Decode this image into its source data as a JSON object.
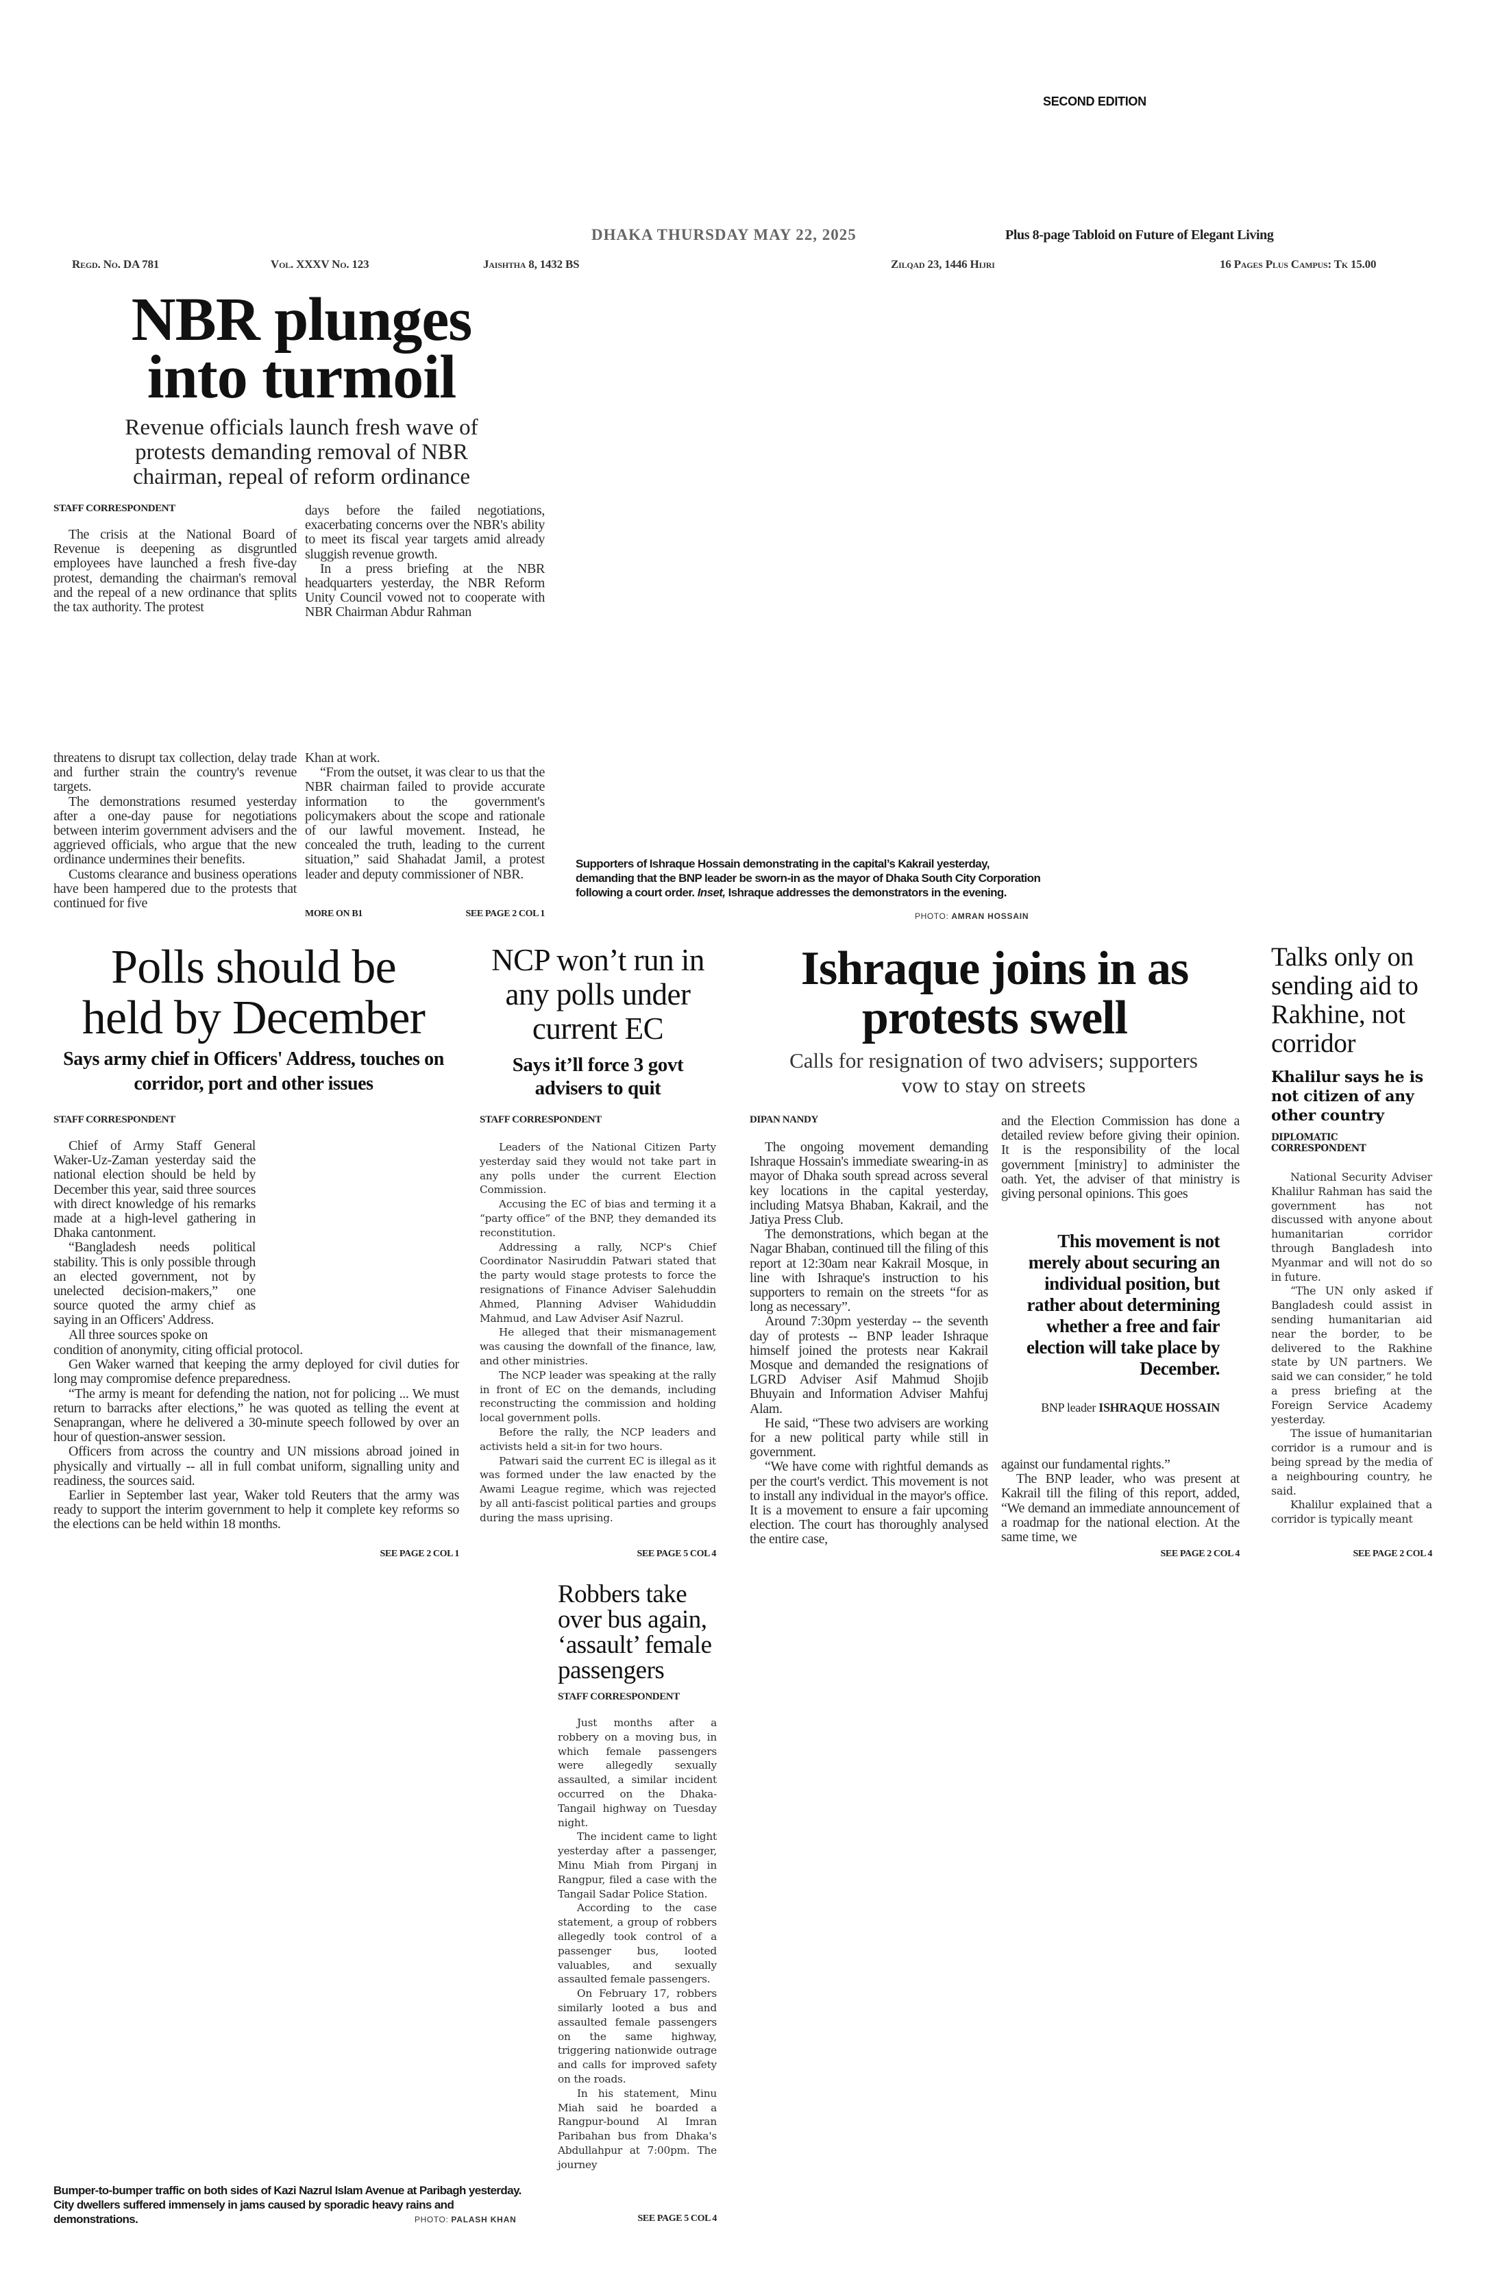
{
  "masthead": {
    "edition": "SECOND EDITION",
    "dateline": "DHAKA THURSDAY MAY 22, 2025",
    "supplement": "Plus 8-page Tabloid on Future of Elegant Living",
    "regd": "Regd. No. DA 781",
    "vol": "Vol. XXXV No. 123",
    "bangla_date": "Jaishtha 8, 1432 BS",
    "hijri_date": "Zilqad 23, 1446 Hijri",
    "pages_price": "16 Pages Plus Campus: Tk 15.00"
  },
  "nbr": {
    "headline_1": "NBR plunges",
    "headline_2": "into turmoil",
    "subhead": "Revenue officials launch fresh wave of protests demanding removal of NBR chairman, repeal of reform ordinance",
    "byline": "STAFF CORRESPONDENT",
    "top_col1": [
      "The crisis at the National Board of Revenue is deepening as disgruntled employees have launched a fresh five-day protest, demanding the chairman's removal and the repeal of a new ordinance that splits the tax authority. The protest"
    ],
    "top_col2": [
      "days before the failed negotiations, exacerbating concerns over the NBR's ability to meet its fiscal year targets amid already sluggish revenue growth.",
      "In a press briefing at the NBR headquarters yesterday, the NBR Reform Unity Council vowed not to cooperate with NBR Chairman Abdur Rahman"
    ],
    "bottom_col1": [
      "threatens to disrupt tax collection, delay trade and further strain the country's revenue targets.",
      "The demonstrations resumed yesterday after a one-day pause for negotiations between interim government advisers and the aggrieved officials, who argue that the new ordinance undermines their benefits.",
      "Customs clearance and business operations have been hampered due to the protests that continued for five"
    ],
    "bottom_col2": [
      "Khan at work.",
      "“From the outset, it was clear to us that the NBR chairman failed to provide accurate information to the government's policymakers about the scope and rationale of our lawful movement. Instead, he concealed the truth, leading to the current situation,” said Shahadat Jamil, a protest leader and deputy commissioner of NBR."
    ],
    "more": "MORE ON B1",
    "jump": "SEE PAGE 2 COL 1"
  },
  "photo_top": {
    "caption_1": "Supporters of Ishraque Hossain demonstrating in the capital’s Kakrail yesterday, demanding that the BNP leader be sworn-in as the mayor of Dhaka South City Corporation following a court order.",
    "caption_inset": "Inset,",
    "caption_2": "Ishraque addresses the demonstrators in the evening.",
    "credit_label": "PHOTO:",
    "credit_name": "AMRAN HOSSAIN"
  },
  "polls": {
    "headline_1": "Polls should be",
    "headline_2": "held by December",
    "subhead": "Says army chief in Officers' Address, touches on corridor, port and other issues",
    "byline": "STAFF CORRESPONDENT",
    "narrow": [
      "Chief of Army Staff General Waker-Uz-Zaman yesterday said the national election should be held by December this year, said three sources with direct knowledge of his remarks made at a high-level gathering in Dhaka cantonment.",
      "“Bangladesh needs political stability. This is only possible through an elected government, not by unelected decision-makers,” one source quoted the army chief as saying in an Officers' Address.",
      "All three sources spoke on"
    ],
    "wide": [
      "condition of anonymity, citing official protocol.",
      "Gen Waker warned that keeping the army deployed for civil duties for long may compromise defence preparedness.",
      "“The army is meant for defending the nation, not for policing ... We must return to barracks after elections,” he was quoted as telling the event at Senaprangan, where he delivered a 30-minute speech followed by over an hour of question-answer session.",
      "Officers from across the country and UN missions abroad joined in physically and virtually -- all in full combat uniform, signalling unity and readiness, the sources said.",
      "Earlier in September last year, Waker told Reuters that the army was ready to support the interim government to help it complete key reforms so the  elections can be held within 18 months."
    ],
    "jump": "SEE PAGE 2 COL 1"
  },
  "ncp": {
    "headline": "NCP won’t run in any polls under current EC",
    "subhead": "Says it’ll force 3 govt advisers to quit",
    "byline": "STAFF CORRESPONDENT",
    "paragraphs": [
      "Leaders of the National Citizen Party yesterday said they would not take part in any polls under the current Election Commission.",
      "Accusing the EC of bias and terming it a “party office” of the BNP, they demanded its reconstitution.",
      "Addressing a rally, NCP's Chief Coordinator Nasiruddin Patwari stated that the party would stage protests to force the resignations of Finance Adviser Salehuddin Ahmed, Planning Adviser Wahiduddin Mahmud, and Law Adviser Asif Nazrul.",
      "He alleged that their mismanagement was causing the downfall of the finance, law, and other ministries.",
      "The NCP leader was speaking at the rally in front of EC on the demands, including reconstructing the commission and holding local government polls.",
      "Before the rally, the NCP leaders and activists held a sit-in for two hours.",
      "Patwari said the current EC is illegal as it was formed under the law enacted by the Awami League regime, which was rejected by all anti-fascist political parties and groups during the mass uprising."
    ],
    "jump": "SEE PAGE 5 COL 4"
  },
  "ishraque": {
    "headline": "Ishraque joins in as protests swell",
    "subhead": "Calls for resignation of two advisers; supporters vow to stay on streets",
    "byline": "DIPAN NANDY",
    "col1": [
      "The ongoing movement demanding Ishraque Hossain's immediate swearing-in as mayor of Dhaka south spread across several key locations in the capital yesterday, including Matsya Bhaban, Kakrail, and the Jatiya Press Club.",
      "The demonstrations, which began at the Nagar Bhaban, continued till the filing of this report at 12:30am near Kakrail Mosque, in line with Ishraque's instruction to his supporters to remain on the streets “for as long as necessary”.",
      "Around 7:30pm yesterday -- the seventh day of protests -- BNP leader Ishraque himself joined the protests near Kakrail Mosque and demanded the resignations of LGRD Adviser Asif Mahmud Shojib Bhuyain and Information Adviser Mahfuj Alam.",
      "He said, “These two advisers are working for a new political party while still in government.",
      "“We have come with rightful demands as per the court's verdict. This movement is not to install any individual in the mayor's office. It is a movement to ensure a fair upcoming election. The court has thoroughly analysed the entire case,"
    ],
    "col2_top": [
      "and the Election Commission has done a detailed review before giving their opinion. It is the responsibility of the local government [ministry] to administer the oath. Yet, the adviser of that ministry is giving personal opinions. This goes"
    ],
    "pull_quote": "This movement is not merely about securing an individual position, but rather about determining whether a free and fair election will take place by December.",
    "quote_attr_prefix": "BNP leader",
    "quote_attr_name": "ISHRAQUE HOSSAIN",
    "col2_bottom": [
      "against our fundamental rights.”",
      "The BNP leader, who was present at Kakrail till the filing of this report, added, “We demand an immediate announcement of a roadmap for the national election. At the same time, we"
    ],
    "jump": "SEE PAGE 2 COL 4"
  },
  "talks": {
    "headline": "Talks only on sending aid to Rakhine, not corridor",
    "subhead": "Khalilur says he is not citizen of any other country",
    "byline": "DIPLOMATIC CORRESPONDENT",
    "paragraphs": [
      "National Security Adviser Khalilur Rahman has said the government has not discussed with anyone about humanitarian corridor through Bangladesh into Myanmar and will not do so in future.",
      "“The UN only asked if Bangladesh could assist in sending humanitarian aid near the border, to be delivered to the Rakhine state by UN partners. We said we can consider,” he told a press briefing at the Foreign Service Academy yesterday.",
      "The issue of humanitarian corridor is a rumour and is being spread by the media of a neighbouring country, he said.",
      "Khalilur explained that a corridor is typically meant"
    ],
    "jump": "SEE PAGE 2 COL 4"
  },
  "robbers": {
    "headline": "Robbers take over bus again, ‘assault’ female passengers",
    "byline": "STAFF CORRESPONDENT",
    "paragraphs": [
      "Just months after a robbery on a moving bus, in which female passengers were allegedly sexually assaulted, a similar incident occurred on the Dhaka-Tangail highway on Tuesday night.",
      "The incident came to light yesterday after a passenger, Minu Miah from Pirganj in Rangpur, filed a case with the Tangail Sadar Police Station.",
      "According to the case statement, a group of robbers allegedly took control of a passenger bus, looted valuables, and sexually assaulted female passengers.",
      "On February 17, robbers similarly looted a bus and assaulted female passengers on the same highway, triggering nationwide outrage and calls for improved safety on the roads.",
      "In his statement, Minu Miah said he boarded a Rangpur-bound Al Imran Paribahan bus from Dhaka's Abdullahpur at 7:00pm. The journey"
    ],
    "jump": "SEE PAGE 5 COL 4"
  },
  "photo_bottom": {
    "caption": "Bumper-to-bumper traffic on both sides of Kazi Nazrul Islam Avenue at Paribagh yesterday. City dwellers suffered immensely in jams caused by sporadic heavy rains and demonstrations.",
    "credit_label": "PHOTO:",
    "credit_name": "PALASH KHAN"
  }
}
